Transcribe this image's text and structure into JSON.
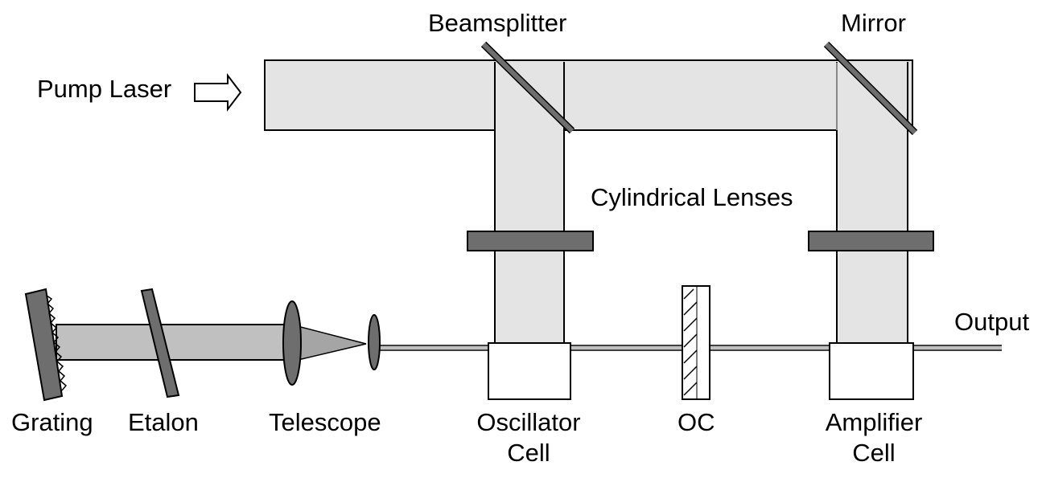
{
  "labels": {
    "beamsplitter": "Beamsplitter",
    "mirror": "Mirror",
    "pump_laser": "Pump Laser",
    "cylindrical_lenses": "Cylindrical Lenses",
    "output": "Output",
    "grating": "Grating",
    "etalon": "Etalon",
    "telescope": "Telescope",
    "oscillator_cell_line1": "Oscillator",
    "oscillator_cell_line2": "Cell",
    "oc": "OC",
    "amplifier_cell_line1": "Amplifier",
    "amplifier_cell_line2": "Cell"
  },
  "colors": {
    "beam_light": "#e4e4e4",
    "beam_mid": "#c0c0c0",
    "component_dark": "#6e6e6e",
    "outline": "#000000"
  },
  "icons": {
    "pump_arrow": "hollow-right-arrow-icon"
  }
}
